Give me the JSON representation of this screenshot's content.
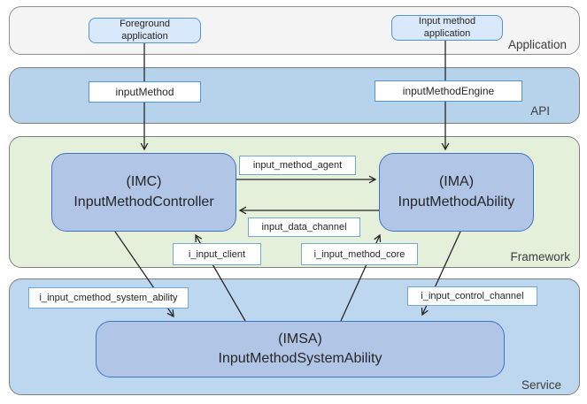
{
  "layers": {
    "application": {
      "label": "Application"
    },
    "api": {
      "label": "API"
    },
    "framework": {
      "label": "Framework"
    },
    "service": {
      "label": "Service"
    }
  },
  "nodes": {
    "foreground_app": {
      "line1": "Foreground",
      "line2": "application"
    },
    "input_method_app": {
      "line1": "Input method",
      "line2": "application"
    },
    "input_method": {
      "label": "inputMethod"
    },
    "input_method_engine": {
      "label": "inputMethodEngine"
    },
    "imc": {
      "abbr": "(IMC)",
      "name": "InputMethodController"
    },
    "ima": {
      "abbr": "(IMA)",
      "name": "InputMethodAbility"
    },
    "imsa": {
      "abbr": "(IMSA)",
      "name": "InputMethodSystemAbility"
    }
  },
  "edges": {
    "input_method_agent": {
      "label": "input_method_agent",
      "from": "IMC",
      "to": "IMA"
    },
    "input_data_channel": {
      "label": "input_data_channel",
      "from": "IMA",
      "to": "IMC"
    },
    "i_input_client": {
      "label": "i_input_client",
      "from": "IMSA",
      "to": "IMC"
    },
    "i_input_method_core": {
      "label": "i_input_method_core",
      "from": "IMSA",
      "to": "IMA"
    },
    "i_input_cmethod_system_ability": {
      "label": "i_input_cmethod_system_ability",
      "from": "IMC",
      "to": "IMSA"
    },
    "i_input_control_channel": {
      "label": "i_input_control_channel",
      "from": "IMA",
      "to": "IMSA"
    }
  },
  "colors": {
    "application_layer_fill": "#f4f4f4",
    "api_layer_fill": "#b7d3ec",
    "framework_layer_fill": "#e4f0da",
    "service_layer_fill": "#bcd7ee",
    "component_box_fill": "#b1c5e7",
    "component_box_border": "#3f74c4",
    "app_box_fill": "#d9e8fb",
    "app_box_border": "#5494d4",
    "edge_label_border": "#72a7d7",
    "line_color": "#262626"
  }
}
